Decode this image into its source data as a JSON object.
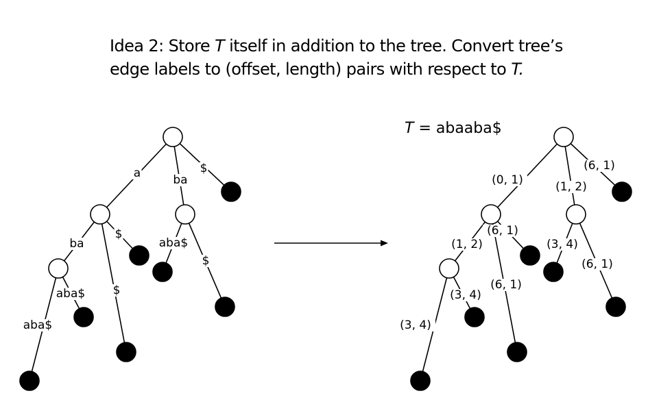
{
  "title": {
    "line1_pre": "Idea 2: Store ",
    "line1_var": "T",
    "line1_post": " itself in addition to the tree.  Convert tree’s",
    "line2_pre": "edge labels to (offset, length) pairs with respect to ",
    "line2_var": "T."
  },
  "text_label": {
    "var": "T",
    "value": " = abaaba$"
  },
  "left_tree": {
    "edge_labels": [
      "a",
      "ba",
      "$",
      "ba",
      "$",
      "aba$",
      "$",
      "aba$",
      "$",
      "aba$"
    ]
  },
  "right_tree": {
    "edge_labels": [
      "(0, 1)",
      "(1, 2)",
      "(6, 1)",
      "(1, 2)",
      "(6, 1)",
      "(3, 4)",
      "(6, 1)",
      "(3, 4)",
      "(6, 1)",
      "(3, 4)"
    ]
  }
}
